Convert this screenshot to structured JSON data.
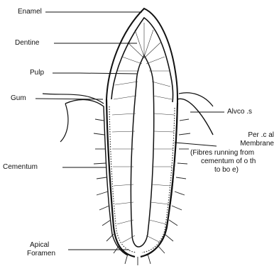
{
  "labels": {
    "enamel": "Enamel",
    "dentine": "Dentine",
    "pulp": "Pulp",
    "gum": "Gum",
    "alveolus": "Alvco .s",
    "cementum": "Cementum",
    "periodontal_line1": "Per .c al",
    "periodontal_line2": "Membrane",
    "periodontal_line3": "(Fibres running from",
    "periodontal_line4": "cementum of o th",
    "periodontal_line5": "to bo e)",
    "apical_line1": "Apical",
    "apical_line2": "Foramen"
  }
}
